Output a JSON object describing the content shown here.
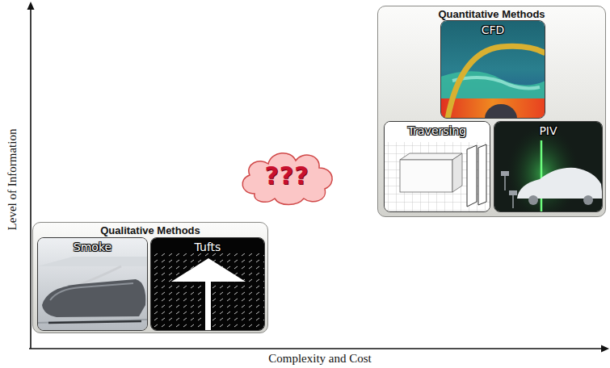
{
  "diagram": {
    "nodes": [
      {
        "text": [
          "Qualitative Methods"
        ]
      },
      {
        "text": [
          "Smoke"
        ],
        "in": 0
      },
      {
        "text": [
          "Tufts"
        ],
        "in": 0
      },
      {
        "text": [
          "Quantitative Methods"
        ]
      },
      {
        "text": [
          "CFD"
        ],
        "in": 3
      },
      {
        "text": [
          "Traversing"
        ],
        "in": 3
      },
      {
        "text": [
          "PIV"
        ],
        "in": 3
      },
      {
        "text": [
          "???"
        ]
      }
    ],
    "labels": [
      "Level of Information",
      "Complexity and Cost"
    ]
  }
}
